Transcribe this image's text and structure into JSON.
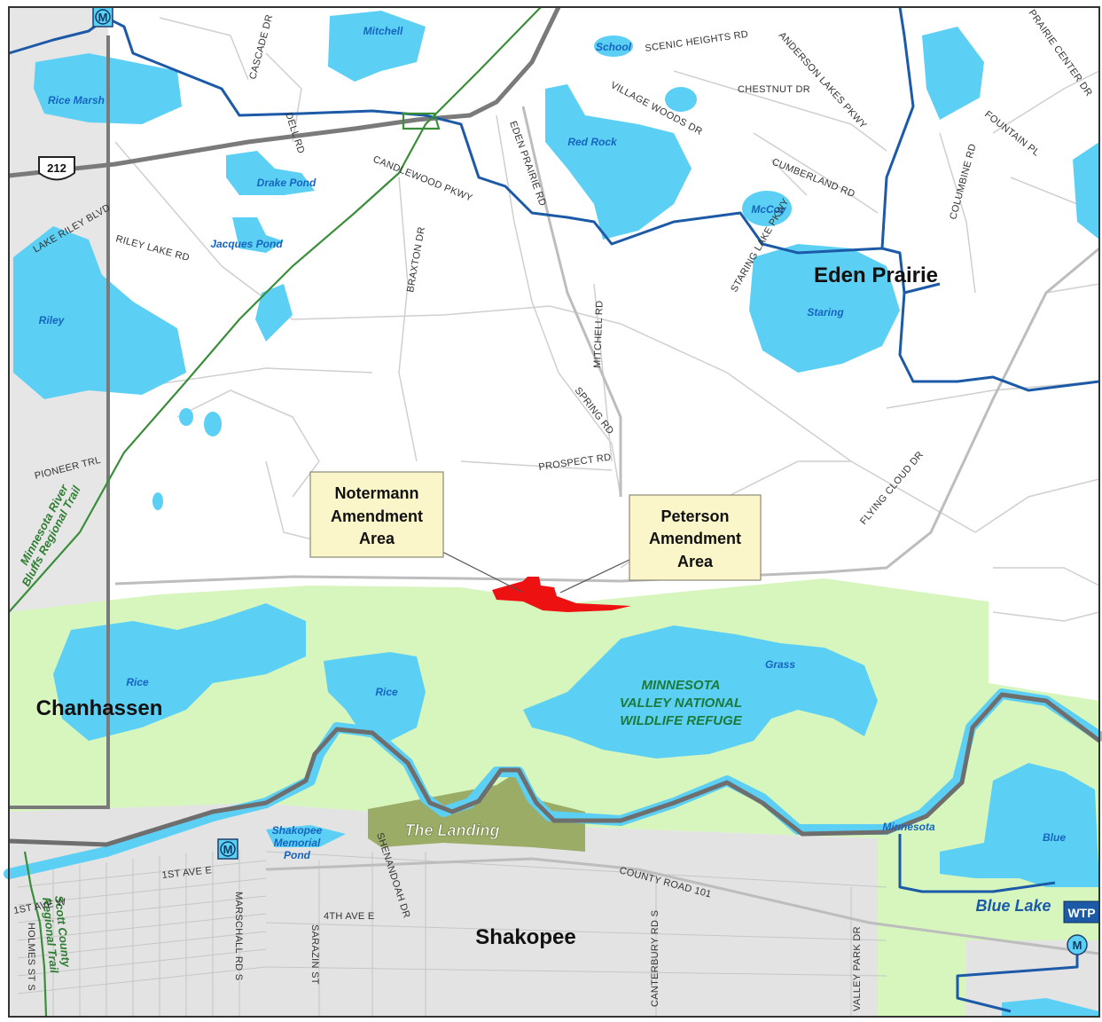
{
  "highway_shield": "212",
  "cities": {
    "eden_prairie": "Eden Prairie",
    "chanhassen": "Chanhassen",
    "shakopee": "Shakopee"
  },
  "lakes": {
    "mitchell": "Mitchell",
    "school": "School",
    "rice_marsh": "Rice Marsh",
    "red_rock": "Red Rock",
    "drake_pond": "Drake Pond",
    "mccoy": "McCoy",
    "jacques_pond": "Jacques Pond",
    "riley": "Riley",
    "staring": "Staring",
    "rice_west": "Rice",
    "rice_east": "Rice",
    "grass": "Grass",
    "blue": "Blue",
    "minnesota": "Minnesota",
    "shakopee_memorial_1": "Shakopee",
    "shakopee_memorial_2": "Memorial",
    "shakopee_memorial_3": "Pond"
  },
  "roads": {
    "cascade": "CASCADE DR",
    "scenic_heights": "SCENIC HEIGHTS RD",
    "anderson_lakes": "ANDERSON LAKES PKWY",
    "prairie_center": "PRAIRIE CENTER DR",
    "chestnut": "CHESTNUT DR",
    "village_woods": "VILLAGE WOODS DR",
    "fountain": "FOUNTAIN PL",
    "dell": "DELL RD",
    "eden_prairie_rd": "EDEN PRAIRIE RD",
    "cumberland": "CUMBERLAND RD",
    "candlewood": "CANDLEWOOD PKWY",
    "columbine": "COLUMBINE RD",
    "lake_riley": "LAKE RILEY BLVD",
    "riley_lake": "RILEY LAKE RD",
    "staring_lake": "STARING LAKE PKWY",
    "braxton": "BRAXTON DR",
    "mitchell_rd": "MITCHELL RD",
    "spring": "SPRING RD",
    "pioneer": "PIONEER TRL",
    "prospect": "PROSPECT RD",
    "flying_cloud": "FLYING CLOUD DR",
    "first_ave_e": "1ST AVE E",
    "county_101": "COUNTY ROAD 101",
    "shenandoah": "SHENANDOAH DR",
    "first_ave_w": "1ST AVE W",
    "fourth_ave_e": "4TH AVE E",
    "marschall": "MARSCHALL RD S",
    "sarazin": "SARAZIN ST",
    "holmes": "HOLMES ST S",
    "canterbury": "CANTERBURY RD S",
    "valley_park": "VALLEY PARK DR"
  },
  "trails": {
    "mn_river_1": "Minnesota River",
    "mn_river_2": "Bluffs Regional Trail",
    "scott_1": "Scott County",
    "scott_2": "Regional Trail"
  },
  "refuge": [
    "MINNESOTA",
    "VALLEY NATIONAL",
    "WILDLIFE REFUGE"
  ],
  "the_landing": "The Landing",
  "blue_lake_label": "Blue Lake",
  "wtp_label": "WTP",
  "metro_marker": "M",
  "callouts": {
    "notermann": [
      "Notermann",
      "Amendment",
      "Area"
    ],
    "peterson": [
      "Peterson",
      "Amendment",
      "Area"
    ]
  },
  "colors": {
    "water": "#5cd0f4",
    "refuge": "#d6f6be",
    "landing": "#9aac66",
    "developed": "#e2e2e2",
    "interceptor": "#1c5aa8",
    "trail": "#3a8e3a",
    "highway": "#7a7a7a",
    "amendment": "#ee1111",
    "callout_fill": "#fbf6c9"
  }
}
